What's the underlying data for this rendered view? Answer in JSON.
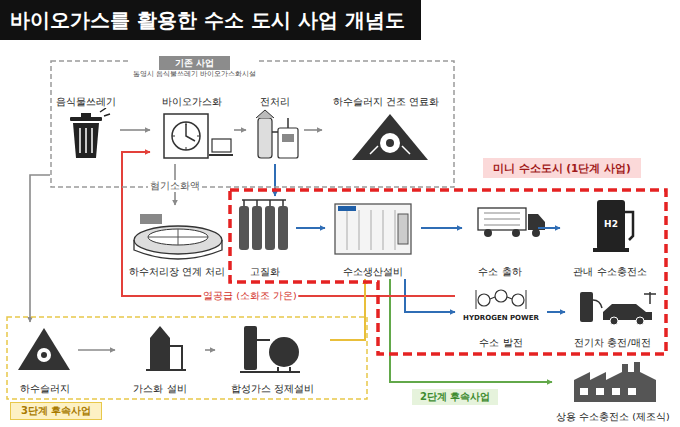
{
  "diagram": {
    "title": "바이오가스를 활용한 수소 도시 사업 개념도",
    "nodes": [
      {
        "text": [
          "기존 사업",
          "통영시 음식물쓰레기 바이오가스화시설"
        ]
      },
      {
        "text": [
          "음식물쓰레기"
        ],
        "in": 0
      },
      {
        "text": [
          "바이오가스화"
        ],
        "in": 0
      },
      {
        "text": [
          "전처리"
        ],
        "in": 0
      },
      {
        "text": [
          "하수슬러지 건조 연료화"
        ],
        "in": 0
      },
      {
        "text": [
          "하수처리장 연계 처리"
        ]
      },
      {
        "text": [
          "미니 수소도시 (1단계 사업)"
        ]
      },
      {
        "text": [
          "고질화"
        ],
        "in": 6
      },
      {
        "text": [
          "수소생산설비"
        ],
        "in": 6
      },
      {
        "text": [
          "수소 출하"
        ],
        "in": 6
      },
      {
        "text": [
          "관내 수소충전소"
        ],
        "in": 6
      },
      {
        "text": [
          "수소 발전"
        ],
        "in": 6
      },
      {
        "text": [
          "전기차 충전/매전"
        ],
        "in": 6
      },
      {
        "text": [
          "3단계 후속사업"
        ]
      },
      {
        "text": [
          "하수슬러지"
        ],
        "in": 13
      },
      {
        "text": [
          "가스화 설비"
        ],
        "in": 13
      },
      {
        "text": [
          "합성가스 정제설비"
        ],
        "in": 13
      },
      {
        "text": [
          "상용 수소충전소 (제조식)"
        ]
      }
    ],
    "edges": [
      {
        "from": 1,
        "to": 2,
        "arrow": "to"
      },
      {
        "from": 2,
        "to": 3,
        "arrow": "to"
      },
      {
        "from": 3,
        "to": 4,
        "arrow": "to"
      },
      {
        "from": 2,
        "to": 5,
        "label": "혐기소화액",
        "arrow": "to"
      },
      {
        "from": 3,
        "to": 7,
        "arrow": "to"
      },
      {
        "from": 7,
        "to": 8,
        "arrow": "to"
      },
      {
        "from": 8,
        "to": 9,
        "arrow": "to"
      },
      {
        "from": 9,
        "to": 10,
        "arrow": "to"
      },
      {
        "from": 8,
        "to": 11,
        "arrow": "to"
      },
      {
        "from": 11,
        "to": 12,
        "arrow": "to"
      },
      {
        "from": 8,
        "to": 17,
        "arrow": "to"
      },
      {
        "from": 11,
        "to": 2,
        "label": "열공급 (소화조 가온)",
        "arrow": "to"
      },
      {
        "from": 0,
        "to": 14,
        "arrow": "to"
      },
      {
        "from": 14,
        "to": 15,
        "arrow": "to"
      },
      {
        "from": 15,
        "to": 16,
        "arrow": "to"
      },
      {
        "from": 16,
        "to": 8,
        "arrow": "to"
      }
    ],
    "labels": [
      "2단계 후속사업",
      "HYDROGEN POWER",
      "H2"
    ]
  }
}
